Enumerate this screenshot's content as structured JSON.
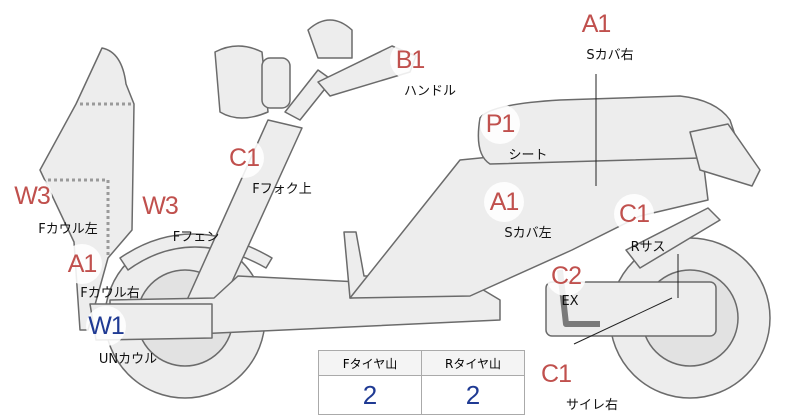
{
  "parts": [
    {
      "id": "s-cover-right",
      "grade": "A1",
      "color": "red",
      "label": "Sカバ右"
    },
    {
      "id": "handle",
      "grade": "B1",
      "color": "red",
      "label": "ハンドル"
    },
    {
      "id": "seat",
      "grade": "P1",
      "color": "red",
      "label": "シート"
    },
    {
      "id": "f-fork-upper",
      "grade": "C1",
      "color": "red",
      "label": "Fフォク上"
    },
    {
      "id": "f-cowl-left",
      "grade": "W3",
      "color": "red",
      "label": "Fカウル左"
    },
    {
      "id": "f-fender",
      "grade": "W3",
      "color": "red",
      "label": "Fフェン"
    },
    {
      "id": "s-cover-left",
      "grade": "A1",
      "color": "red",
      "label": "Sカバ左"
    },
    {
      "id": "r-suspension",
      "grade": "C1",
      "color": "red",
      "label": "Rサス"
    },
    {
      "id": "f-cowl-right",
      "grade": "A1",
      "color": "red",
      "label": "Fカウル右"
    },
    {
      "id": "exhaust",
      "grade": "C2",
      "color": "red",
      "label": "EX"
    },
    {
      "id": "under-cowl",
      "grade": "W1",
      "color": "blue",
      "label": "UNカウル"
    },
    {
      "id": "silencer-right",
      "grade": "C1",
      "color": "red",
      "label": "サイレ右"
    }
  ],
  "tires": {
    "headers": [
      "Fタイヤ山",
      "Rタイヤ山"
    ],
    "values": [
      "2",
      "2"
    ]
  },
  "colors": {
    "body_fill": "#ededed",
    "outline": "#6b6b6b",
    "red": "#c0504d",
    "blue": "#1f3a93"
  }
}
